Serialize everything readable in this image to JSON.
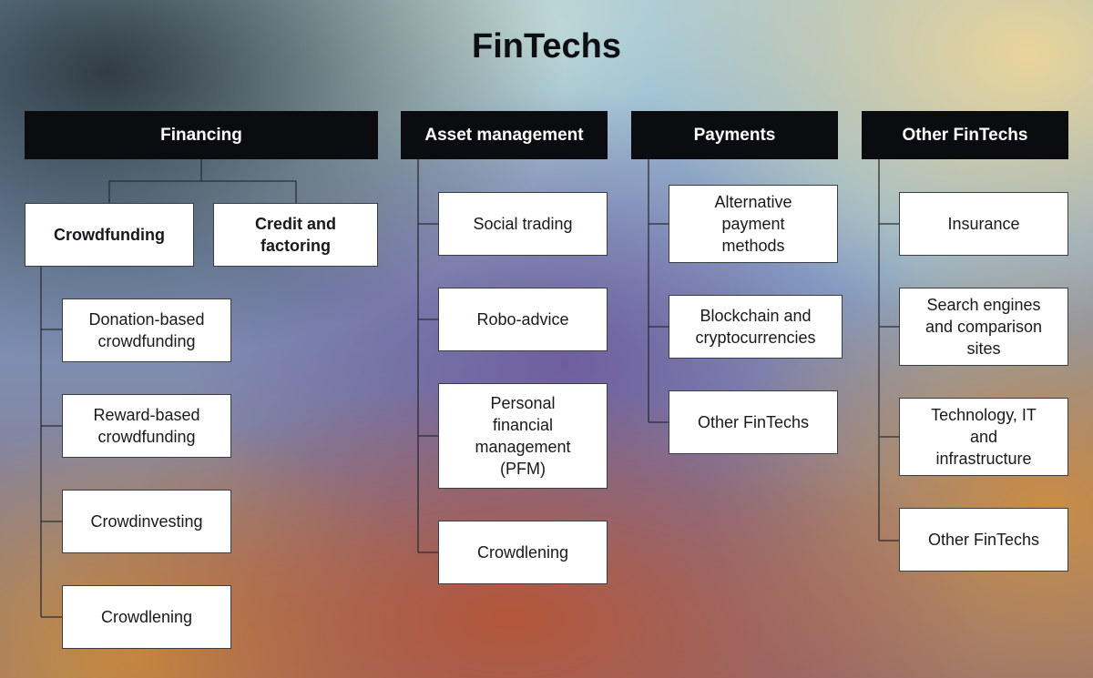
{
  "title": "FinTechs",
  "columns": {
    "financing": {
      "header": "Financing",
      "sub": {
        "crowdfunding": "Crowdfunding",
        "credit": "Credit and\nfactoring"
      },
      "items": [
        "Donation-based\ncrowdfunding",
        "Reward-based\ncrowdfunding",
        "Crowdinvesting",
        "Crowdlening"
      ]
    },
    "asset_management": {
      "header": "Asset management",
      "items": [
        "Social trading",
        "Robo-advice",
        "Personal\nfinancial\nmanagement\n(PFM)",
        "Crowdlening"
      ]
    },
    "payments": {
      "header": "Payments",
      "items": [
        "Alternative\npayment\nmethods",
        "Blockchain and\ncryptocurrencies",
        "Other FinTechs"
      ]
    },
    "other": {
      "header": "Other FinTechs",
      "items": [
        "Insurance",
        "Search engines\nand comparison\nsites",
        "Technology, IT\nand\ninfrastructure",
        "Other FinTechs"
      ]
    }
  }
}
